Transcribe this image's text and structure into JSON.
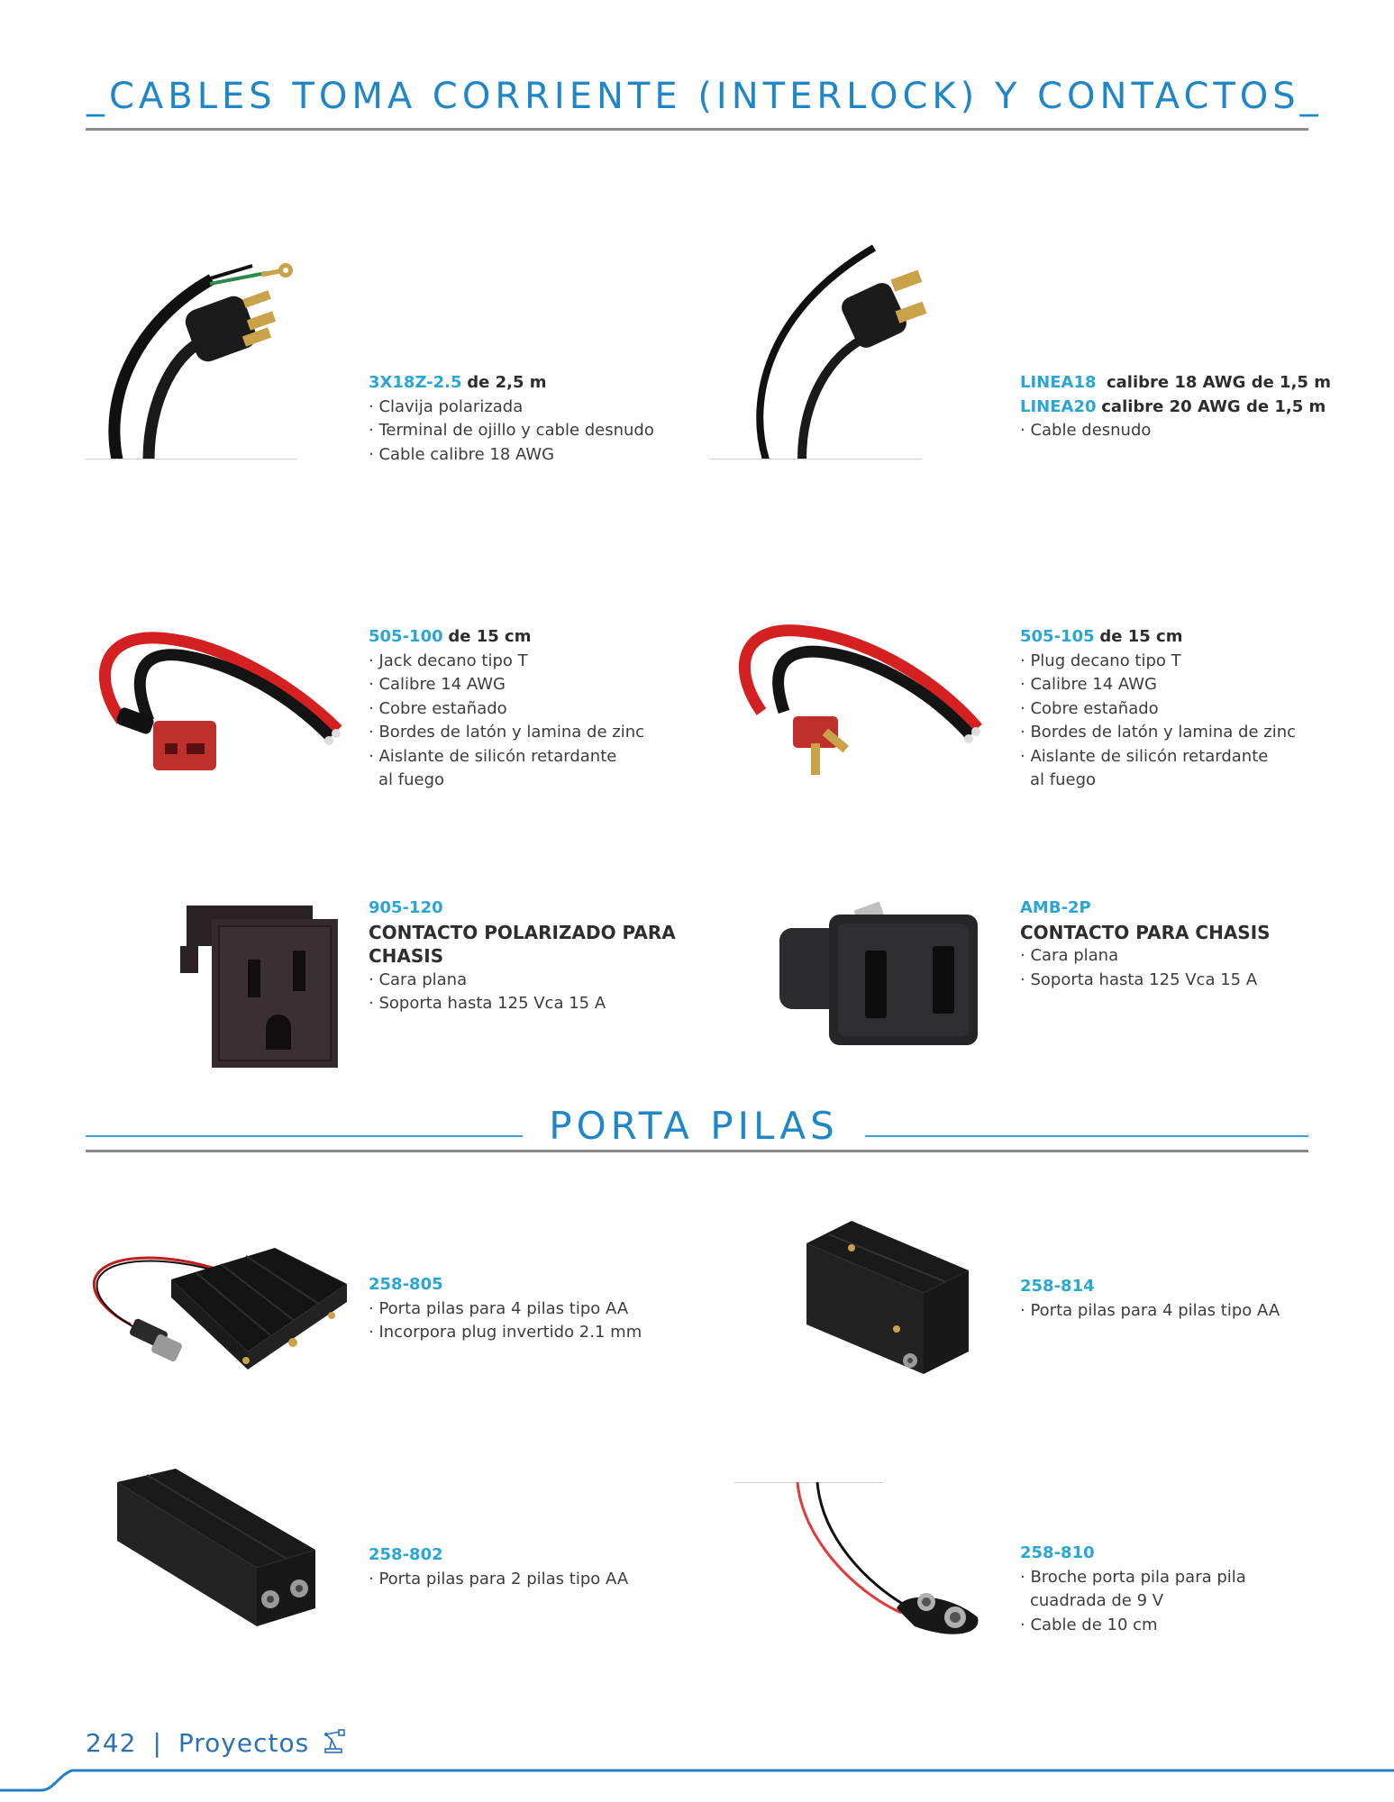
{
  "page": {
    "section1_title": "_CABLES TOMA CORRIENTE (INTERLOCK) Y CONTACTOS_",
    "section2_title": "PORTA PILAS",
    "footer": {
      "page_number": "242",
      "separator": "|",
      "section": "Proyectos",
      "icon": "robot-arm-icon"
    }
  },
  "colors": {
    "accent_blue": "#1f86c8",
    "code_blue": "#2aa6d6",
    "rule_gray": "#8a8a8a",
    "text": "#3c3c3c"
  },
  "products": [
    {
      "code": "3X18Z-2.5",
      "suffix": "de 2,5 m",
      "image": "power-cord-3-prong-icon",
      "bullets": [
        "Clavija polarizada",
        "Terminal de ojillo y cable desnudo",
        "Cable calibre 18 AWG"
      ]
    },
    {
      "code_lines": [
        {
          "code": "LINEA18",
          "suffix": "calibre 18 AWG de 1,5 m"
        },
        {
          "code": "LINEA20",
          "suffix": "calibre 20 AWG de 1,5 m"
        }
      ],
      "image": "power-cord-2-prong-icon",
      "bullets": [
        "Cable desnudo"
      ]
    },
    {
      "code": "505-100",
      "suffix": "de 15 cm",
      "image": "deans-t-jack-cable-icon",
      "bullets": [
        "Jack decano tipo T",
        "Calibre 14 AWG",
        "Cobre estañado",
        "Bordes de latón y lamina de zinc",
        "Aislante de silicón retardante"
      ],
      "continuation": "al fuego"
    },
    {
      "code": "505-105",
      "suffix": "de 15 cm",
      "image": "deans-t-plug-cable-icon",
      "bullets": [
        "Plug decano tipo T",
        "Calibre 14 AWG",
        "Cobre estañado",
        "Bordes de latón y lamina de zinc",
        "Aislante de silicón retardante"
      ],
      "continuation": "al fuego"
    },
    {
      "code": "905-120",
      "heading_line1": "CONTACTO POLARIZADO PARA",
      "heading_line2": "CHASIS",
      "image": "polarized-chassis-outlet-icon",
      "bullets": [
        "Cara plana",
        "Soporta hasta 125 Vca 15 A"
      ]
    },
    {
      "code": "AMB-2P",
      "heading_line1": "CONTACTO PARA CHASIS",
      "image": "chassis-outlet-2p-icon",
      "bullets": [
        "Cara plana",
        "Soporta hasta 125 Vca 15 A"
      ]
    },
    {
      "code": "258-805",
      "image": "battery-holder-4aa-plug-icon",
      "bullets": [
        "Porta pilas para 4 pilas tipo AA",
        "Incorpora plug invertido 2.1 mm"
      ]
    },
    {
      "code": "258-814",
      "image": "battery-holder-4aa-stacked-icon",
      "bullets": [
        "Porta pilas para 4 pilas tipo AA"
      ]
    },
    {
      "code": "258-802",
      "image": "battery-holder-2aa-icon",
      "bullets": [
        "Porta pilas para 2 pilas tipo AA"
      ]
    },
    {
      "code": "258-810",
      "image": "9v-battery-snap-icon",
      "bullets": [
        "Broche porta pila para pila"
      ],
      "continuation": "cuadrada de 9 V",
      "bullets_after": [
        "Cable de 10 cm"
      ]
    }
  ]
}
